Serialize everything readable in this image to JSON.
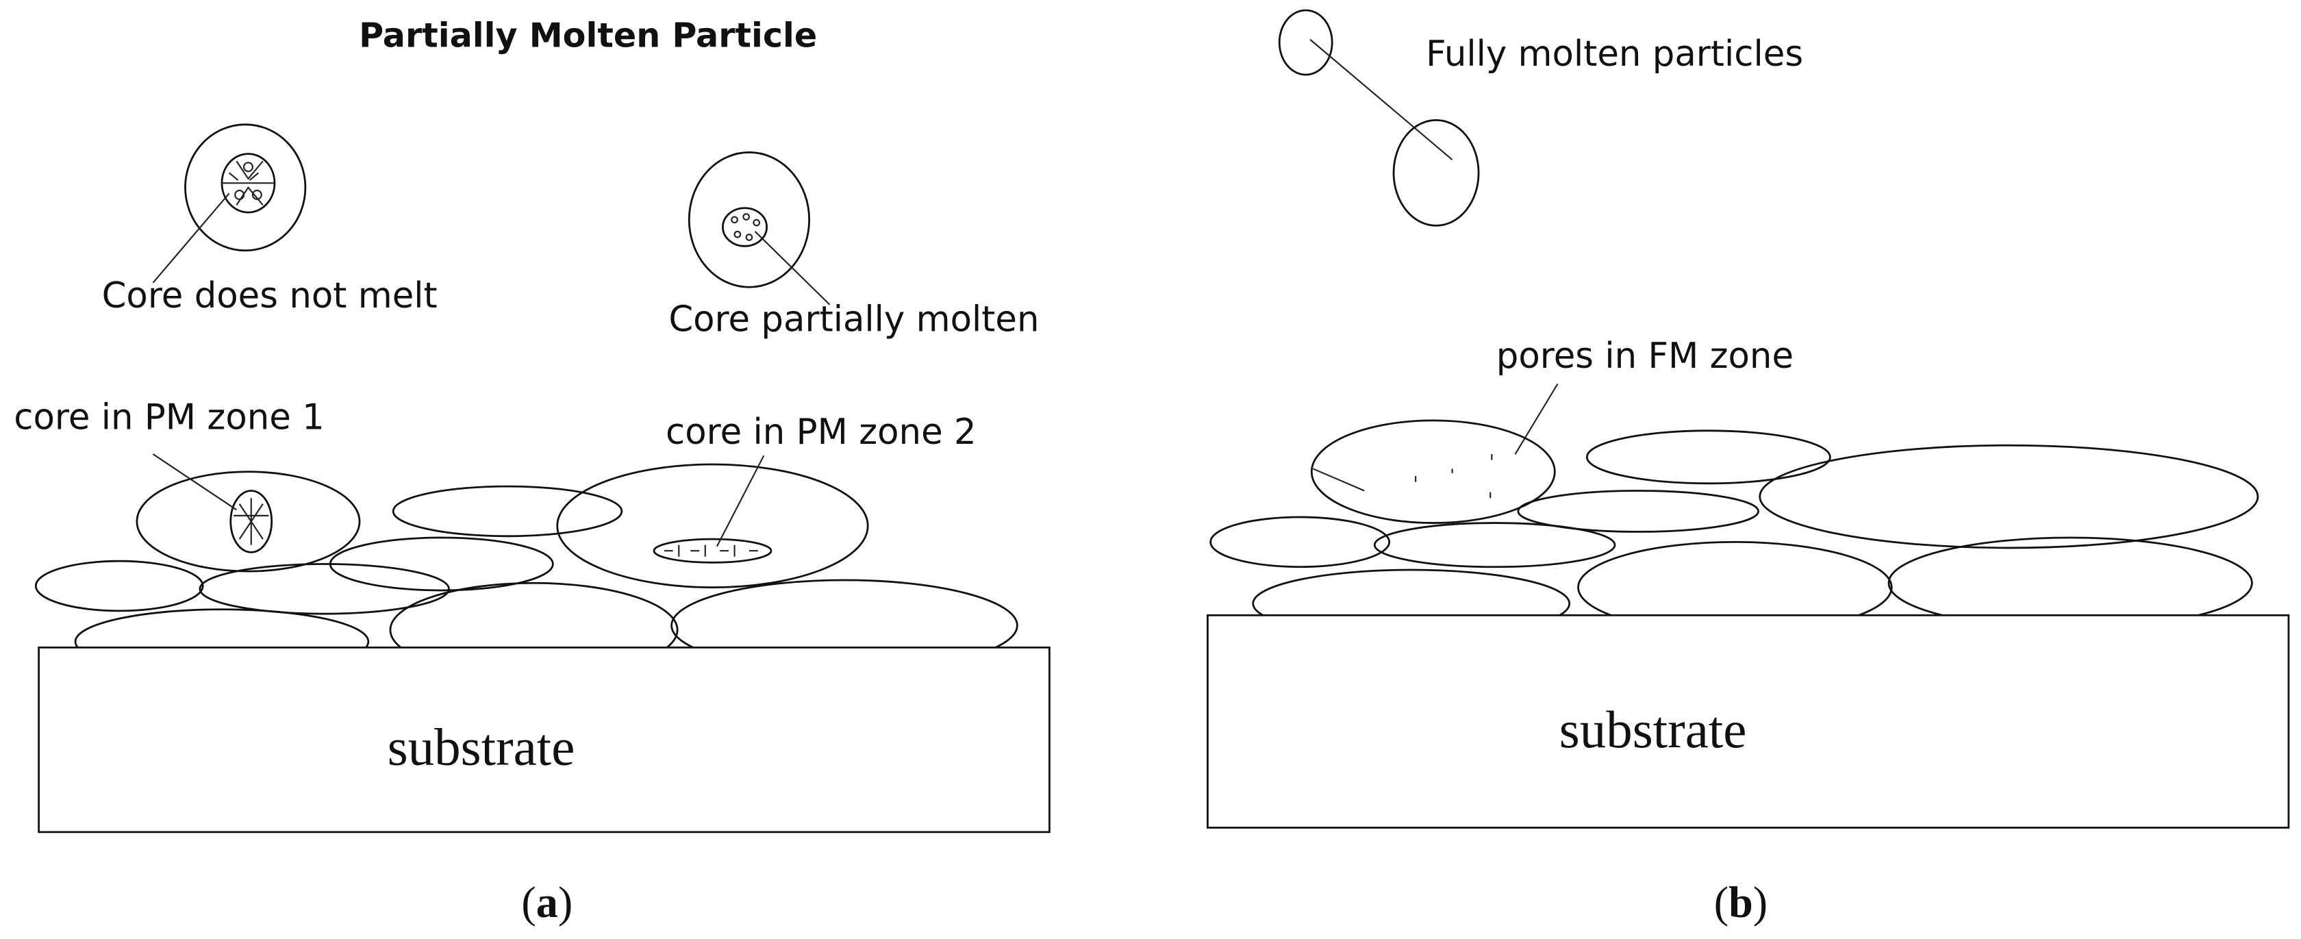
{
  "figure": {
    "panel_a": {
      "title": "Partially Molten Particle",
      "labels": {
        "core_no_melt": "Core does not melt",
        "core_partial": "Core partially molten",
        "pm_zone_1": "core in PM zone 1",
        "pm_zone_2": "core in PM zone 2"
      },
      "substrate": "substrate",
      "caption_open": "(",
      "caption_letter": "a",
      "caption_close": ")"
    },
    "panel_b": {
      "labels": {
        "fully_molten": "Fully molten particles",
        "pores": "pores in FM zone"
      },
      "substrate": "substrate",
      "caption_open": "(",
      "caption_letter": "b",
      "caption_close": ")"
    }
  }
}
